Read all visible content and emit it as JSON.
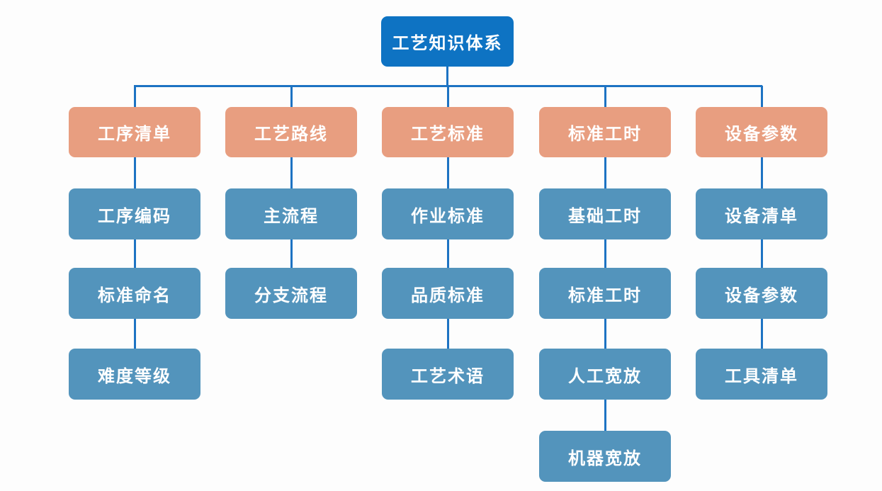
{
  "diagram": {
    "title": "工艺知识体系",
    "columns": [
      {
        "header": "工序清单",
        "children": [
          "工序编码",
          "标准命名",
          "难度等级"
        ]
      },
      {
        "header": "工艺路线",
        "children": [
          "主流程",
          "分支流程"
        ]
      },
      {
        "header": "工艺标准",
        "children": [
          "作业标准",
          "品质标准",
          "工艺术语"
        ]
      },
      {
        "header": "标准工时",
        "children": [
          "基础工时",
          "标准工时",
          "人工宽放",
          "机器宽放"
        ]
      },
      {
        "header": "设备参数",
        "children": [
          "设备清单",
          "设备参数",
          "工具清单"
        ]
      }
    ],
    "colors": {
      "root": "#0e73c3",
      "category": "#e89e80",
      "node": "#5394bc",
      "connector": "#1d73c3",
      "text": "#ffffff",
      "background": "#fdfdfd"
    }
  }
}
